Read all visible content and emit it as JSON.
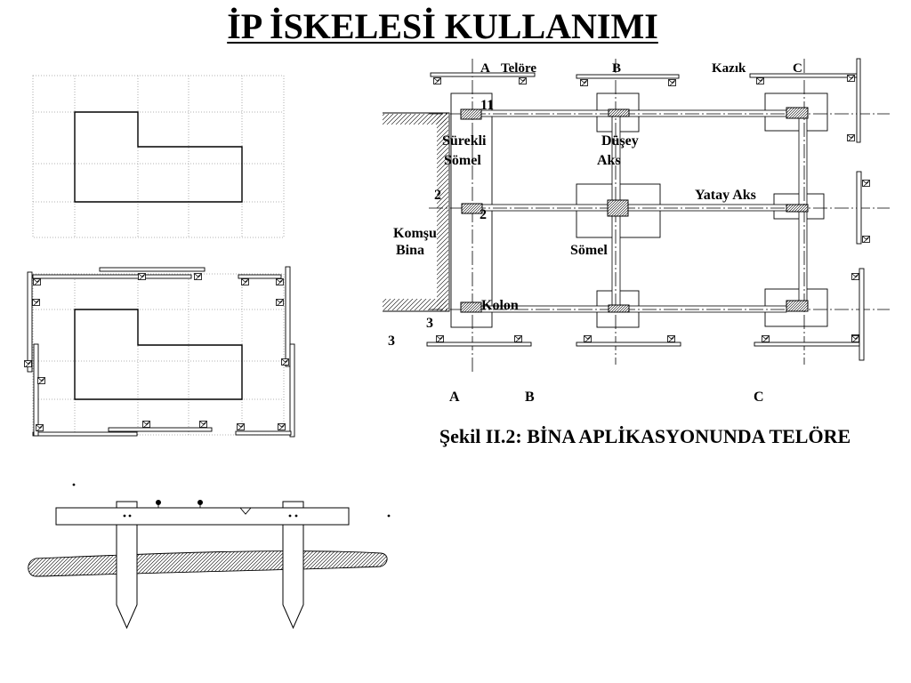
{
  "title": "İP İSKELESİ KULLANIMI",
  "main_plan": {
    "axis_labels_top": [
      "A",
      "B",
      "C"
    ],
    "axis_labels_bottom": [
      "A",
      "B",
      "C"
    ],
    "row_labels": {
      "row_1": "11",
      "row_2_outer": "2",
      "row_2_inner": "2",
      "row_3_inner": "3",
      "row_3_outer": "3"
    },
    "callouts": {
      "telore": "Telöre",
      "kazik": "Kazık",
      "surekli_line1": "Sürekli",
      "surekli_line2": "Sömel",
      "dusey_line1": "Düşey",
      "dusey_line2": "Aks",
      "yatay_aks": "Yatay Aks",
      "komsu_line1": "Komşu",
      "komsu_line2": "Bina",
      "pad_somel": "Sömel",
      "kolon": "Kolon"
    },
    "caption": "Şekil II.2: BİNA APLİKASYONUNDA TELÖRE"
  },
  "colors": {
    "ink": "#000000",
    "background": "#ffffff",
    "grid_line": "#9a9a9a"
  }
}
